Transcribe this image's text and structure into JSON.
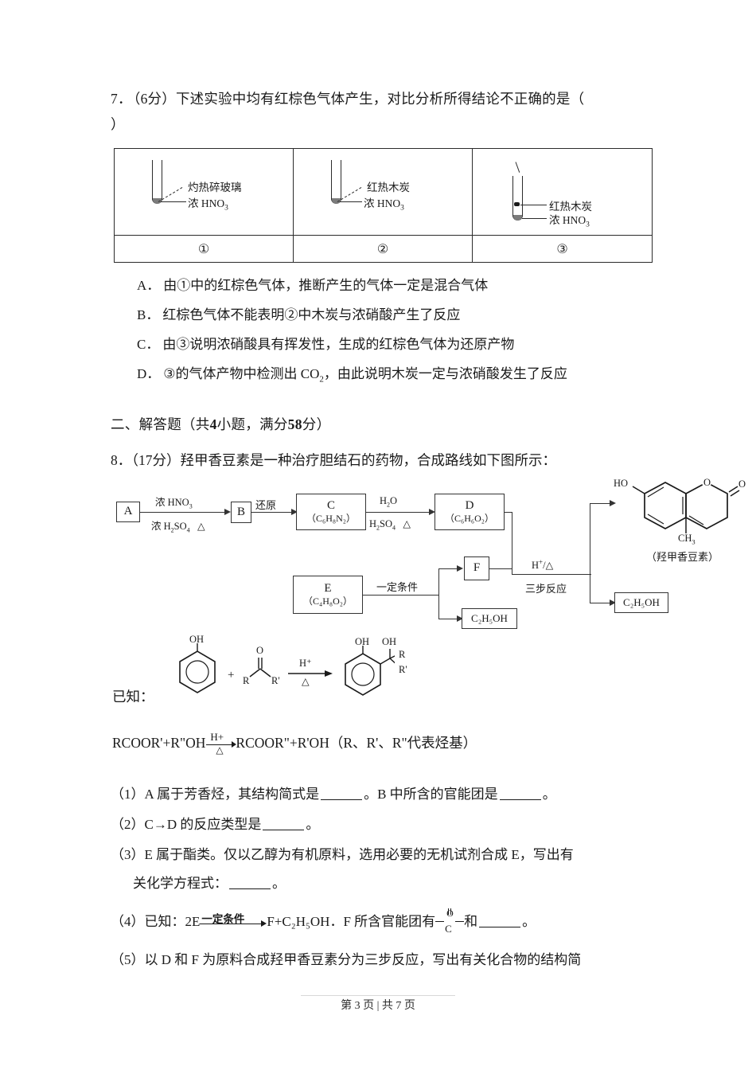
{
  "question7": {
    "number": "7．",
    "score": "（6分）",
    "stem": "下述实验中均有红棕色气体产生，对比分析所得结论不正确的是（",
    "stem_close": "）",
    "table": {
      "cells": [
        {
          "label": "①",
          "upper_label": "灼热碎玻璃",
          "lower_label_prefix": "浓 HNO",
          "lower_label_sub": "3",
          "solid_inside": false
        },
        {
          "label": "②",
          "upper_label": "红热木炭",
          "lower_label_prefix": "浓 HNO",
          "lower_label_sub": "3",
          "solid_inside": false
        },
        {
          "label": "③",
          "upper_label": "红热木炭",
          "lower_label_prefix": "浓 HNO",
          "lower_label_sub": "3",
          "solid_inside": true
        }
      ]
    },
    "options": [
      {
        "letter": "A．",
        "text": "由①中的红棕色气体，推断产生的气体一定是混合气体"
      },
      {
        "letter": "B．",
        "text": "红棕色气体不能表明②中木炭与浓硝酸产生了反应"
      },
      {
        "letter": "C．",
        "text": "由③说明浓硝酸具有挥发性，生成的红棕色气体为还原产物"
      },
      {
        "letter": "D．",
        "text_pre": "③的气体产物中检测出 CO",
        "text_sub": "2",
        "text_post": "，由此说明木炭一定与浓硝酸发生了反应"
      }
    ]
  },
  "section2": {
    "heading_pre": "二、解答题（共",
    "heading_count": "4",
    "heading_mid": "小题，满分",
    "heading_score": "58",
    "heading_post": "分）"
  },
  "question8": {
    "number": "8．",
    "score": "（17分）",
    "stem": "羟甲香豆素是一种治疗胆结石的药物，合成路线如下图所示：",
    "scheme": {
      "boxes": {
        "A": "A",
        "B": "B",
        "C": "C",
        "C_formula_pre": "（C",
        "C_formula": "（C₆H₈N₂）",
        "D": "D",
        "D_formula": "（C₆H₆O₂）",
        "E": "E",
        "E_formula": "（C₄H₈O₂）",
        "F": "F",
        "ethanol1": "C₂H₅OH",
        "ethanol2": "C₂H₅OH"
      },
      "conditions": {
        "a_top": "浓 HNO₃",
        "a_bottom": "浓 H₂SO₄   △",
        "b_top": "还原",
        "c_top": "H₂O",
        "c_bottom": "H₂SO₄   △",
        "e_cond": "一定条件",
        "final_top": "H⁺/△",
        "final_bottom": "三步反应"
      },
      "product": {
        "ho": "HO",
        "o_ring": "O",
        "o_carbonyl": "O",
        "ch3": "CH₃",
        "name": "（羟甲香豆素）"
      }
    },
    "known_label": "已知：",
    "known_fig": {
      "oh_left": "OH",
      "plus": "+",
      "o_top": "O",
      "r_left": "R",
      "r_prime": "R'",
      "arrow_top": "H⁺",
      "arrow_bottom": "△",
      "prod_oh1": "OH",
      "prod_oh2": "OH",
      "prod_r": "R",
      "prod_rprime": "R'"
    },
    "known_eq": {
      "left": "RCOOR'+R\"OH",
      "arrow_top": "H+",
      "arrow_bottom": "△",
      "right": "RCOOR\"+R'OH（R、R'、R\"代表烃基）"
    },
    "subquestions": [
      {
        "num": "（1）",
        "part1": "A 属于芳香烃，其结构简式是",
        "part2": "。B 中所含的官能团是",
        "part3": "。"
      },
      {
        "num": "（2）",
        "part1": "C→D 的反应类型是",
        "part2": "。"
      },
      {
        "num": "（3）",
        "part1": "E 属于酯类。仅以乙醇为有机原料，选用必要的无机试剂合成 E，写出有",
        "line2_pre": "关化学方程式：",
        "line2_post": "。"
      },
      {
        "num": "（4）",
        "part1": "已知：2E",
        "arrow_top": "一定条件",
        "part2": "F+C₂H₅OH．F 所含官能团有",
        "part3": "和",
        "part4": "。",
        "carbonyl_O": "O",
        "carbonyl_C": "C"
      },
      {
        "num": "（5）",
        "part1": "以 D 和 F 为原料合成羟甲香豆素分为三步反应，写出有关化合物的结构简"
      }
    ]
  },
  "footer": {
    "text": "第 3 页 | 共 7 页"
  },
  "colors": {
    "ink": "#1a1a1a",
    "rule": "#2b2b2b",
    "liquid": "#7c7c7c"
  }
}
